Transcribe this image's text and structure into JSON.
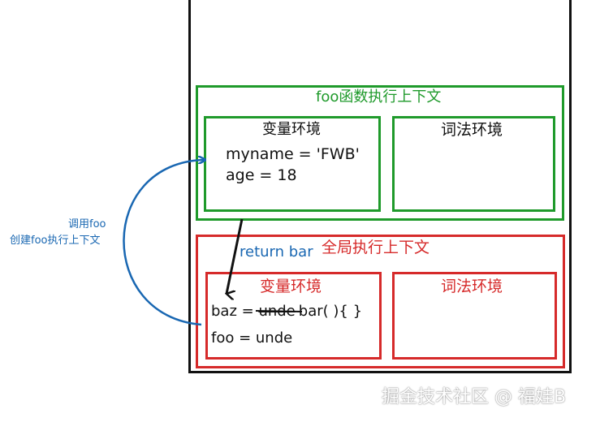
{
  "call_stack": {
    "foo_context": {
      "title": "foo函数执行上下文",
      "variable_env": {
        "title": "变量环境",
        "lines": [
          "myname = 'FWB'",
          "age = 18"
        ]
      },
      "lexical_env": {
        "title": "词法环境"
      }
    },
    "global_context": {
      "title": "全局执行上下文",
      "variable_env": {
        "title": "变量环境",
        "baz_prefix": "baz = ",
        "baz_struck": "unde",
        "baz_value": "bar( ){ }",
        "foo_line": "foo = unde"
      },
      "lexical_env": {
        "title": "词法环境"
      }
    }
  },
  "annotations": {
    "return_label": "return bar",
    "call_label_line1": "调用foo",
    "call_label_line2": "创建foo执行上下文"
  },
  "watermark": "掘金技术社区 @ 福娃B",
  "colors": {
    "green": "#1f9a2b",
    "red": "#d62a2a",
    "blue": "#1967b2",
    "black": "#111111"
  }
}
